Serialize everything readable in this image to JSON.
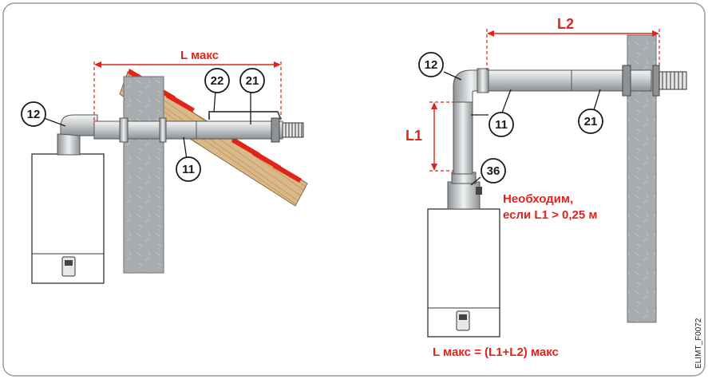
{
  "colors": {
    "accent_red": "#e2231a",
    "pipe_grey": "#c9ccce",
    "wall_grey": "#a9acae",
    "wood": "#d9b98a",
    "border": "#9a9a9a"
  },
  "left": {
    "dimension_label": "L макс",
    "callouts": {
      "c12": "12",
      "c22": "22",
      "c21": "21",
      "c11": "11"
    }
  },
  "right": {
    "dimension_l1": "L1",
    "dimension_l2": "L2",
    "callouts": {
      "c12": "12",
      "c11": "11",
      "c21": "21",
      "c36": "36"
    },
    "note_line1": "Необходим,",
    "note_line2": "если L1 > 0,25 м",
    "formula": "L макс = (L1+L2) макс"
  },
  "figure_id": "ELIMT_F0072"
}
